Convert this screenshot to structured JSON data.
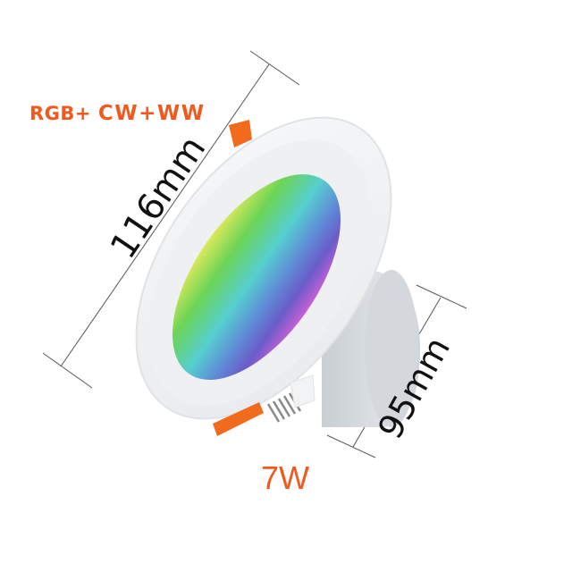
{
  "product": {
    "features_label_rgb": "RGB+",
    "features_label_cw": "CW+WW",
    "power_label": "7W",
    "dimensions": {
      "diameter": "116mm",
      "height": "95mm"
    }
  },
  "colors": {
    "accent_orange": "#f05a1e",
    "dimension_text": "#111111",
    "dimension_line": "#555555",
    "bezel": "#f4f5f6",
    "housing": "#d9dde1",
    "clip": "#f26a1b"
  },
  "lens_gradient": [
    "#d8e85a",
    "#6ad455",
    "#55cfd0",
    "#5f86d6",
    "#6a5cc8",
    "#c25fd6"
  ]
}
